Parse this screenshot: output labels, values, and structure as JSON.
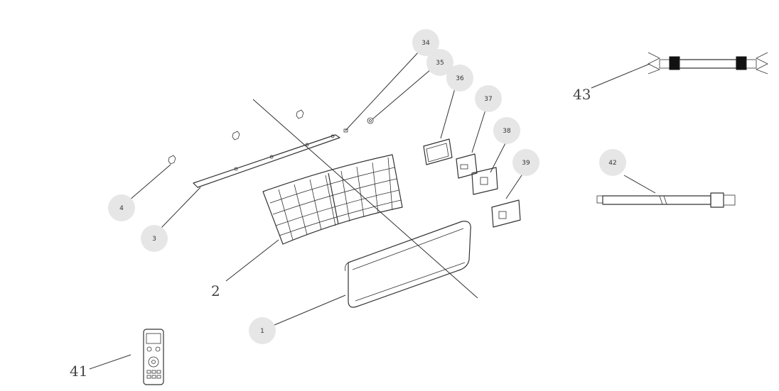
{
  "callouts": {
    "c34": "34",
    "c35": "35",
    "c36": "36",
    "c37": "37",
    "c38": "38",
    "c39": "39",
    "c42": "42",
    "c4": "4",
    "c3": "3",
    "c1": "1",
    "c2": "2",
    "c41": "41",
    "c43": "43"
  },
  "colors": {
    "badge_fill": "#e6e6e6",
    "stroke": "#333333"
  }
}
